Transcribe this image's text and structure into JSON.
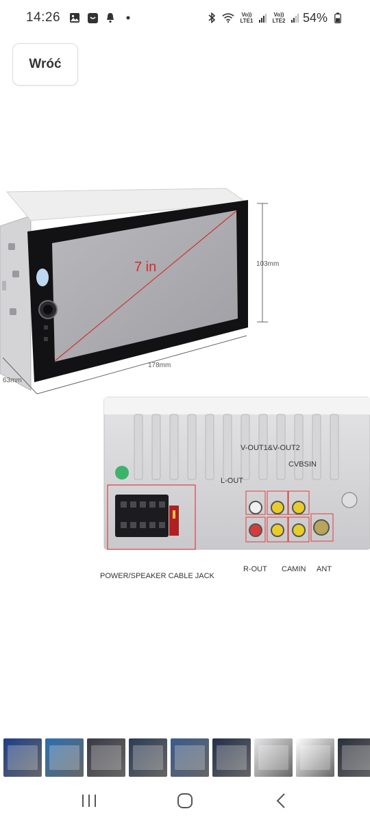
{
  "status_bar": {
    "time": "14:26",
    "battery": "54%",
    "lte1": "Vo)) LTE1",
    "lte2": "Vo)) LTE2",
    "icons": [
      "gallery-icon",
      "shop-icon",
      "notification-icon",
      "dot-icon",
      "bluetooth-icon",
      "wifi-icon",
      "signal-icon",
      "battery-icon"
    ]
  },
  "header": {
    "back_label": "Wróć"
  },
  "product_image": {
    "screen_size": "7 in",
    "dim_height": "103mm",
    "dim_width": "178mm",
    "dim_depth": "63mm",
    "labels": {
      "vout": "V-OUT1&V-OUT2",
      "cvbsin": "CVBSIN",
      "lout": "L-OUT",
      "rout": "R-OUT",
      "camin": "CAMIN",
      "ant": "ANT",
      "power": "POWER/SPEAKER CABLE JACK"
    }
  },
  "thumbnails": {
    "count": 10,
    "selected_index": 9,
    "colors": [
      "#1c3f8a",
      "#2b6fb0",
      "#3a3a45",
      "#2c3c55",
      "#3a5a8c",
      "#23304a",
      "#e8e8ea",
      "#ffffff",
      "#2a2f3a",
      "#d9d9d9"
    ]
  },
  "nav": {
    "icons": [
      "recent-apps-icon",
      "home-icon",
      "back-icon"
    ]
  }
}
